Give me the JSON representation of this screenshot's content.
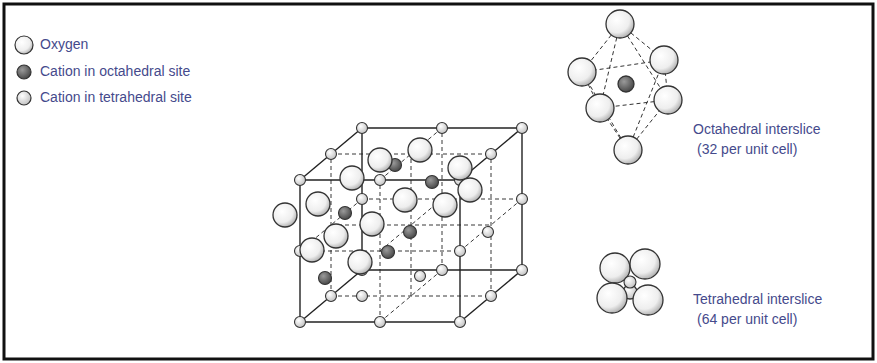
{
  "diagram": {
    "labels": [
      "Octahedral interslice",
      "(32 per unit cell)",
      "Tetrahedral interslice",
      "(64 per unit cell)"
    ],
    "legend": [
      {
        "text": "Oxygen"
      },
      {
        "text": "Cation in octahedral site"
      },
      {
        "text": "Cation in tetrahedral site"
      }
    ]
  }
}
